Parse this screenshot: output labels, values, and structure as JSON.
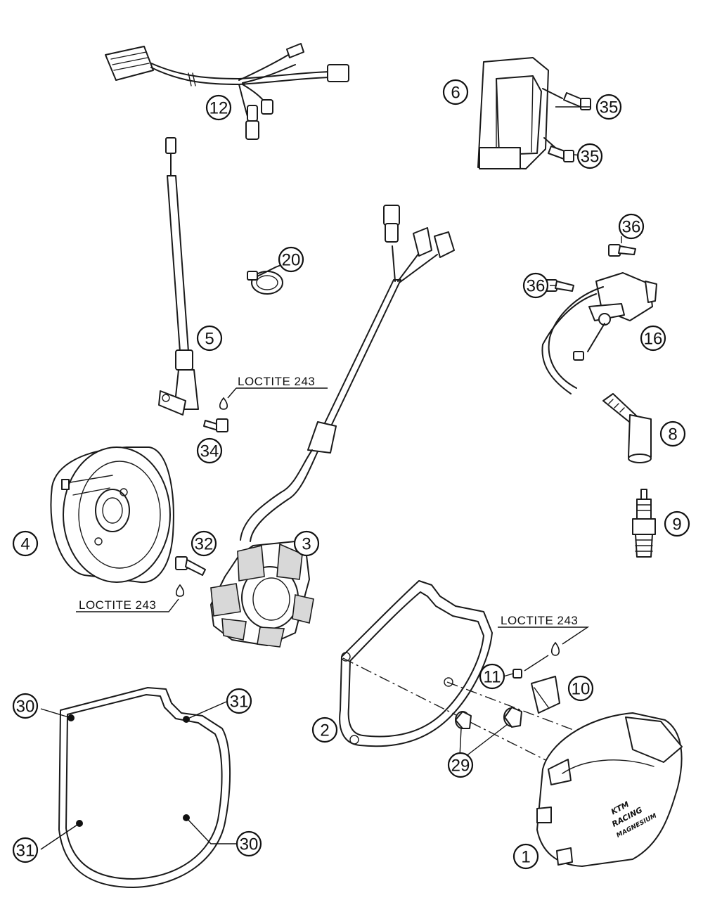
{
  "callouts": {
    "c1": "1",
    "c2": "2",
    "c3": "3",
    "c4": "4",
    "c5": "5",
    "c6": "6",
    "c8": "8",
    "c9": "9",
    "c10": "10",
    "c11": "11",
    "c12": "12",
    "c16": "16",
    "c20": "20",
    "c29": "29",
    "c30a": "30",
    "c30b": "30",
    "c31a": "31",
    "c31b": "31",
    "c32": "32",
    "c34": "34",
    "c35a": "35",
    "c35b": "35",
    "c36a": "36",
    "c36b": "36"
  },
  "notes": {
    "loctite_a": "LOCTITE 243",
    "loctite_b": "LOCTITE 243",
    "loctite_c": "LOCTITE 243"
  },
  "cover_logo": {
    "brand": "KTM",
    "line1": "RACING",
    "line2": "MAGNESIUM"
  },
  "colors": {
    "line": "#1a1a1a",
    "background": "#ffffff"
  }
}
